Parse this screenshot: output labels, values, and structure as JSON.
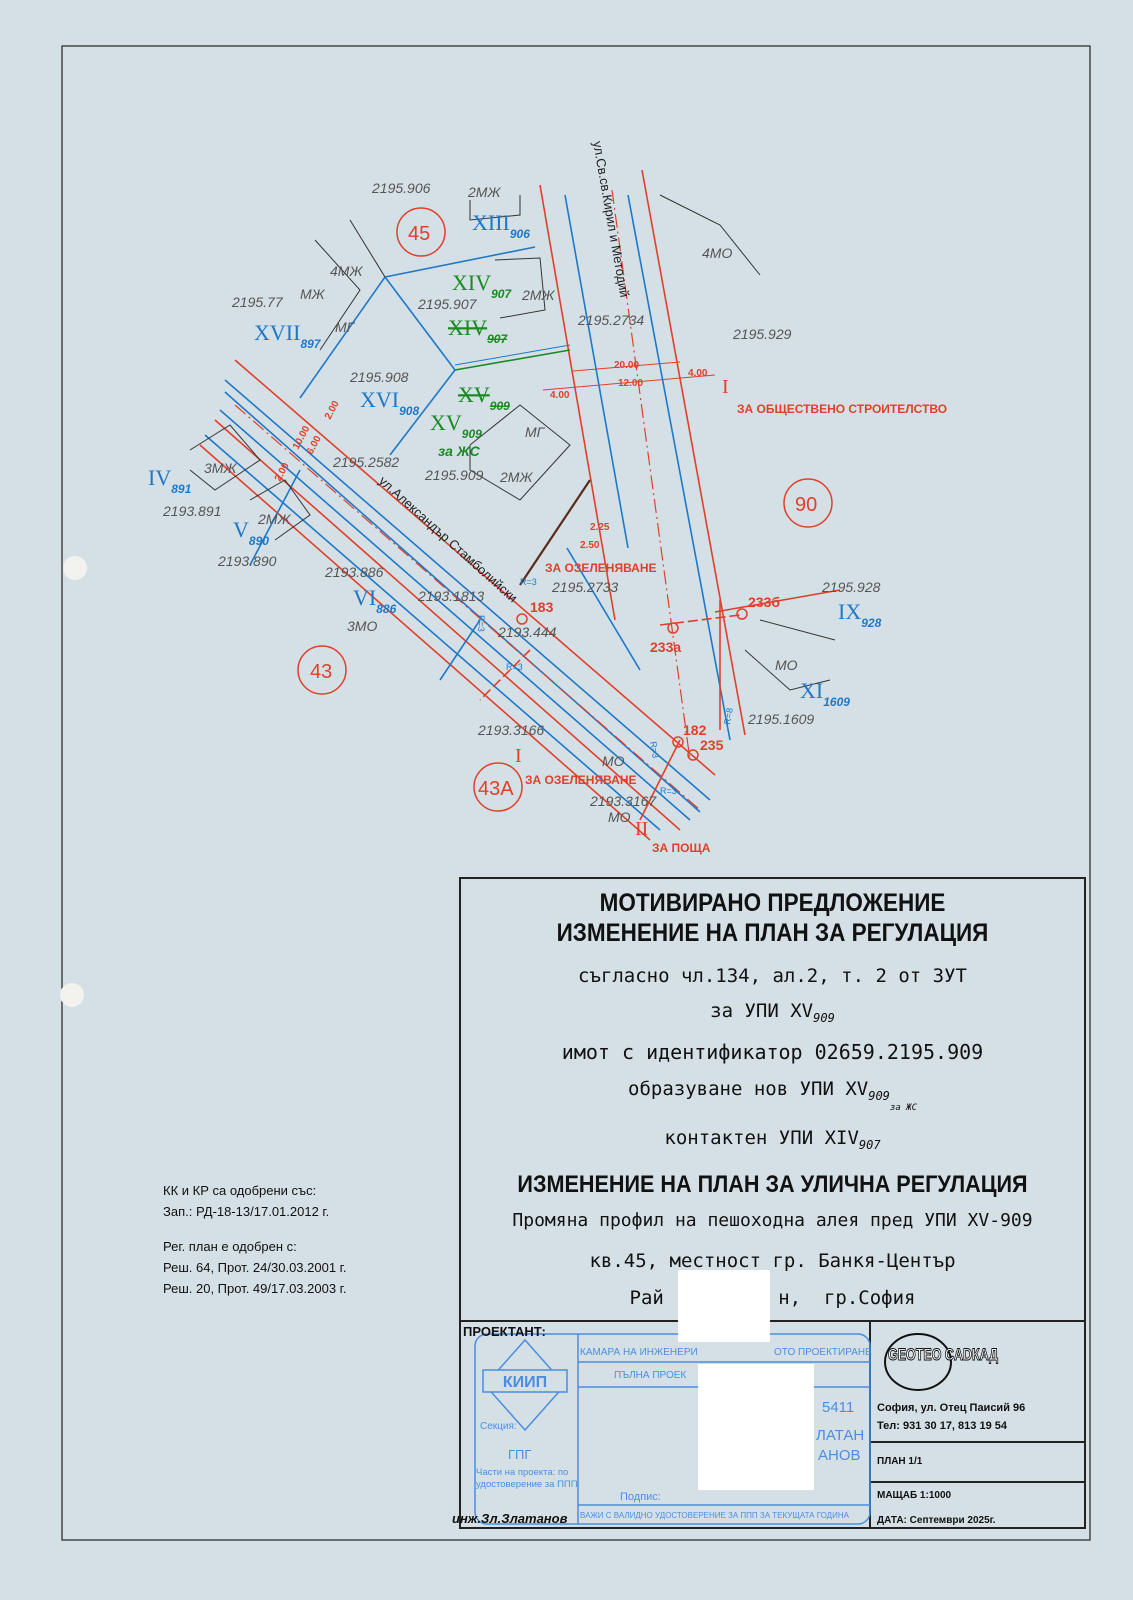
{
  "map": {
    "streets": {
      "kiril": "ул.Св.св.Кирил и Методий",
      "stamboliyski": "ул.Александър Стамболийски"
    },
    "quarters": [
      "45",
      "90",
      "43",
      "43А"
    ],
    "parcels": [
      {
        "num": "XIII",
        "sub": "906"
      },
      {
        "num": "XVII",
        "sub": "897"
      },
      {
        "num": "XVI",
        "sub": "908"
      },
      {
        "num": "IV",
        "sub": "891"
      },
      {
        "num": "V",
        "sub": "890"
      },
      {
        "num": "VI",
        "sub": "886"
      },
      {
        "num": "IX",
        "sub": "928"
      },
      {
        "num": "XI",
        "sub": "1609"
      }
    ],
    "new_parcels": {
      "xiv_new": {
        "num": "XIV",
        "sub": "907"
      },
      "xiv_old": {
        "num": "XIV",
        "sub": "907"
      },
      "xv_old": {
        "num": "XV",
        "sub": "909"
      },
      "xv_new": {
        "num": "XV",
        "sub": "909",
        "purpose": "за ЖС"
      }
    },
    "ids": [
      "2195.906",
      "2195.77",
      "2195.907",
      "2195.2734",
      "2195.929",
      "2195.908",
      "2195.2582",
      "2195.909",
      "2193.891",
      "2193.890",
      "2193.886",
      "2193.1813",
      "2195.2733",
      "2193.444",
      "2195.928",
      "2195.1609",
      "2193.3166",
      "2193.3167"
    ],
    "buildings": [
      "2МЖ",
      "4МЖ",
      "МЖ",
      "МГ",
      "2МЖ",
      "МГ",
      "2МЖ",
      "3МЖ",
      "2МЖ",
      "3МО",
      "МО",
      "МО",
      "МО",
      "4МО"
    ],
    "red_labels": {
      "public": "ЗА ОБЩЕСТВЕНО СТРОИТЕЛСТВО",
      "green1": "ЗА ОЗЕЛЕНЯВАНЕ",
      "green2": "ЗА ОЗЕЛЕНЯВАНЕ",
      "post": "ЗА ПОЩА",
      "roman1": "I",
      "roman2": "I",
      "roman3": "II"
    },
    "points": [
      "183",
      "233а",
      "233б",
      "182",
      "235"
    ],
    "dimensions": [
      "20.00",
      "12.00",
      "4.00",
      "4.00",
      "10.00",
      "6.00",
      "2.00",
      "2.00",
      "2.25",
      "2.50"
    ],
    "radii": [
      "R=3",
      "R=3",
      "R=3",
      "R=3",
      "R=3",
      "R=8"
    ]
  },
  "title_block": {
    "title1": "МОТИВИРАНО ПРЕДЛОЖЕНИЕ",
    "title2": "ИЗМЕНЕНИЕ НА ПЛАН ЗА РЕГУЛАЦИЯ",
    "line1": "съгласно чл.134, ал.2, т. 2 от ЗУТ",
    "line2_pre": "за УПИ  XV",
    "line2_sub": "909",
    "line3": "имот с идентификатор 02659.2195.909",
    "line4_pre": "образуване нов УПИ XV",
    "line4_sub": "909",
    "line4_sub2": "за ЖС",
    "line5_pre": "контактен УПИ XIV",
    "line5_sub": "907",
    "title3": "ИЗМЕНЕНИЕ НА ПЛАН ЗА УЛИЧНА РЕГУЛАЦИЯ",
    "line6": "Промяна профил на пешоходна алея пред УПИ XV-909",
    "line7": "кв.45, местност  гр. Банкя-Център",
    "line8": "Рай          н,  гр.София",
    "designer_label": "ПРОЕКТАНТ:",
    "stamp": {
      "chamber": "КАМАРА НА ИНЖЕНЕРИ",
      "design": "ОТО ПРОЕКТИРАНЕ",
      "full": "ПЪЛНА ПРОЕК",
      "logo": "КИИП",
      "section_label": "Секция:",
      "section": "ГПГ",
      "number": "5411",
      "name1": "ЛАТАН",
      "name2": "АНОВ",
      "parts": "Части на проекта: по удостоверение за ППП",
      "sign": "Подпис:",
      "valid": "ВАЖИ С ВАЛИДНО УДОСТОВЕРЕНИЕ ЗА ППП ЗА ТЕКУЩАТА ГОДИНА"
    },
    "engineer": "инж.Зл.Златанов",
    "company_logo": "GEOTEO CADКАД",
    "address": "София, ул. Отец Паисий 96",
    "phone": "Тел: 931 30 17, 813 19 54",
    "plan": "ПЛАН 1/1",
    "scale": "МАЩАБ 1:1000",
    "date": "ДАТА: Септември 2025г."
  },
  "notes": {
    "kk1": "КК и КР са одобрени със:",
    "kk2": "Зап.: РД-18-13/17.01.2012 г.",
    "reg1": "Рег. план е одобрен с:",
    "reg2": "Реш. 64, Прот. 24/30.03.2001 г.",
    "reg3": "Реш. 20, Прот. 49/17.03.2003 г."
  }
}
